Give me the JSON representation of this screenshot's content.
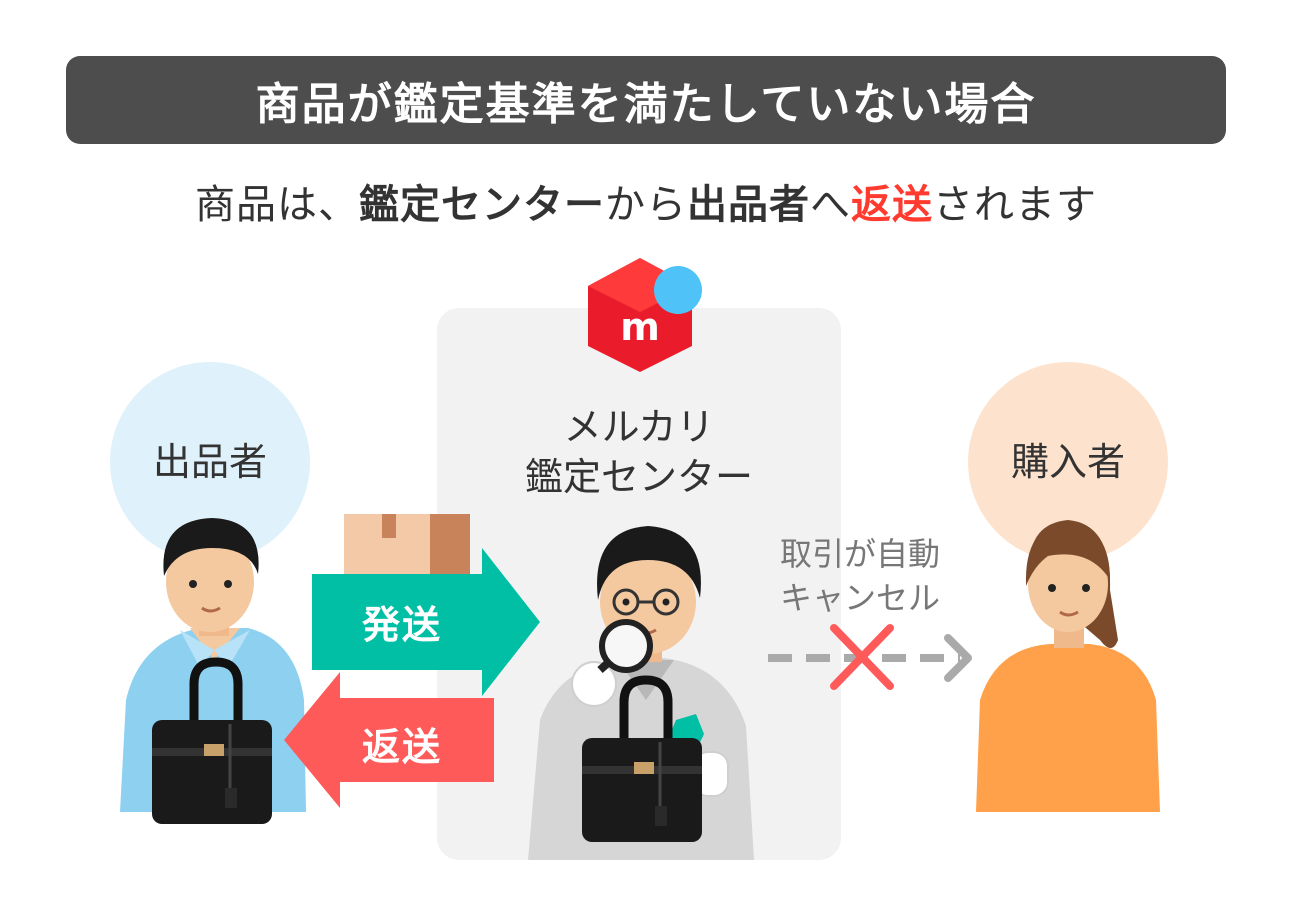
{
  "title": "商品が鑑定基準を満たしていない場合",
  "subtitle": {
    "part1": "商品は、",
    "part2": "鑑定センター",
    "part3": "から",
    "part4": "出品者",
    "part5": "へ",
    "part6": "返送",
    "part7": "されます"
  },
  "seller": {
    "label": "出品者"
  },
  "buyer": {
    "label": "購入者"
  },
  "center": {
    "line1": "メルカリ",
    "line2": "鑑定センター"
  },
  "logo": {
    "letter": "m"
  },
  "arrows": {
    "send": "発送",
    "return": "返送"
  },
  "cancel": {
    "line1": "取引が自動",
    "line2": "キャンセル"
  },
  "colors": {
    "title_bg": "#4d4d4d",
    "highlight_red": "#ff3b30",
    "send_arrow": "#00bfa5",
    "return_arrow": "#ff5a5a",
    "logo_red": "#ea1c2c",
    "logo_dot": "#4fc3f7",
    "cross": "#ff5a5a",
    "seller_circle": "#dff1fb",
    "buyer_circle": "#fde3cd",
    "center_panel": "#f2f2f2"
  }
}
